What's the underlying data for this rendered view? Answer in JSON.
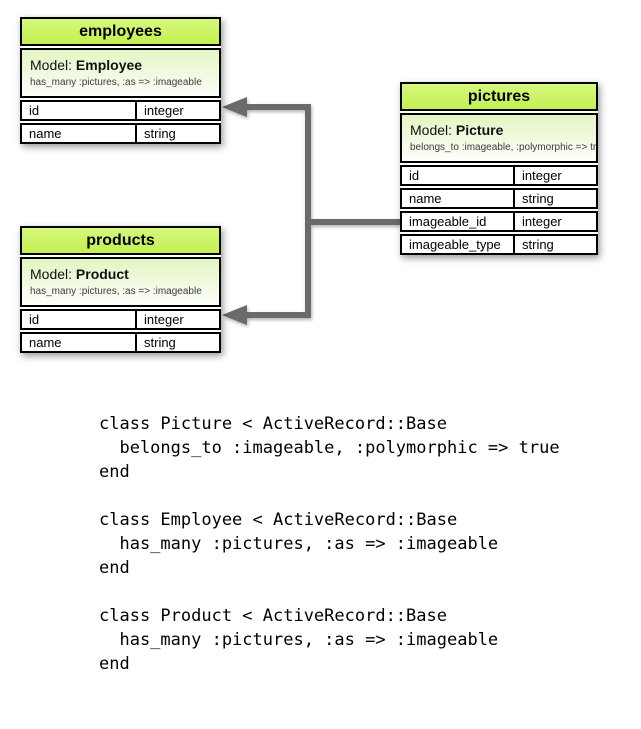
{
  "diagram": {
    "tables": {
      "employees": {
        "title": "employees",
        "model_label": "Model:",
        "model_name": "Employee",
        "association": "has_many :pictures, :as => :imageable",
        "rows": [
          {
            "field": "id",
            "type": "integer"
          },
          {
            "field": "name",
            "type": "string"
          }
        ]
      },
      "pictures": {
        "title": "pictures",
        "model_label": "Model:",
        "model_name": "Picture",
        "association": "belongs_to :imageable, :polymorphic => true",
        "rows": [
          {
            "field": "id",
            "type": "integer"
          },
          {
            "field": "name",
            "type": "string"
          },
          {
            "field": "imageable_id",
            "type": "integer"
          },
          {
            "field": "imageable_type",
            "type": "string"
          }
        ]
      },
      "products": {
        "title": "products",
        "model_label": "Model:",
        "model_name": "Product",
        "association": "has_many :pictures, :as => :imageable",
        "rows": [
          {
            "field": "id",
            "type": "integer"
          },
          {
            "field": "name",
            "type": "string"
          }
        ]
      }
    },
    "colors": {
      "header_green": "#c4ef51",
      "model_section_green": "#e3f5c3",
      "connector_gray": "#6a6a6a",
      "border_black": "#000000"
    }
  },
  "code": {
    "picture_class": "class Picture < ActiveRecord::Base\n  belongs_to :imageable, :polymorphic => true\nend",
    "employee_class": "class Employee < ActiveRecord::Base\n  has_many :pictures, :as => :imageable\nend",
    "product_class": "class Product < ActiveRecord::Base\n  has_many :pictures, :as => :imageable\nend"
  }
}
